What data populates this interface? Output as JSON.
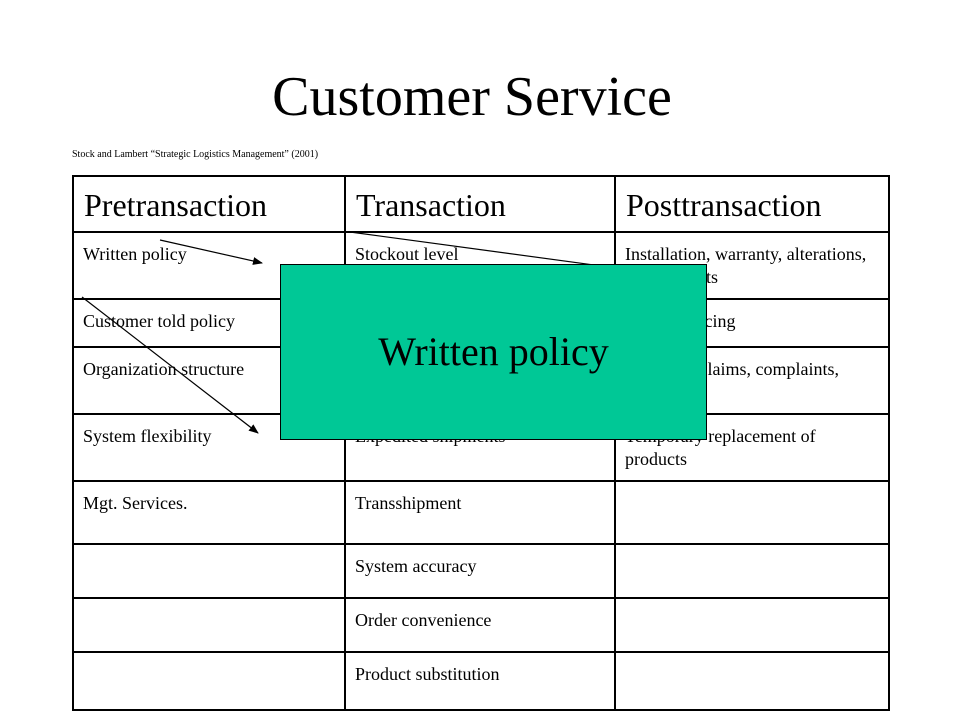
{
  "slide": {
    "title": "Customer Service",
    "citation": "Stock and Lambert “Strategic Logistics Management” (2001)"
  },
  "table": {
    "headers": [
      "Pretransaction",
      "Transaction",
      "Posttransaction"
    ],
    "rows": [
      [
        "Written policy",
        "Stockout level",
        "Installation, warranty, alterations, repairs, parts"
      ],
      [
        "Customer told policy",
        "",
        "Product tracing"
      ],
      [
        "Organization structure",
        "",
        "Customer claims, complaints, returns"
      ],
      [
        "System flexibility",
        "Expedited shipments",
        "Temporary replacement of products"
      ],
      [
        "Mgt. Services.",
        "Transshipment",
        ""
      ],
      [
        "",
        "System accuracy",
        ""
      ],
      [
        "",
        "Order convenience",
        ""
      ],
      [
        "",
        "Product substitution",
        ""
      ]
    ]
  },
  "popup": {
    "label": "Written policy",
    "color": "#00C896"
  }
}
